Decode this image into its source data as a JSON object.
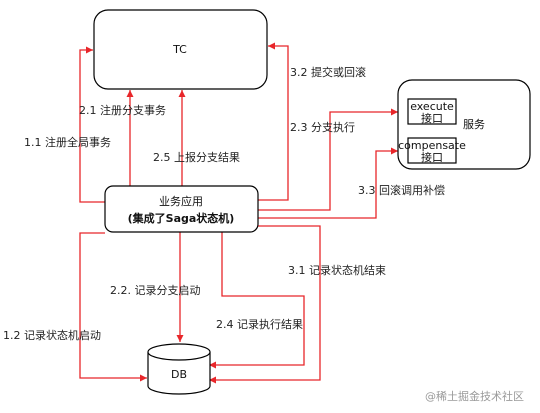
{
  "nodes": {
    "tc": "TC",
    "service": "服务",
    "execute_line1": "execute",
    "execute_line2": "接口",
    "compensate_line1": "compensate",
    "compensate_line2": "接口",
    "app_line1": "业务应用",
    "app_line2": "(集成了Saga状态机)",
    "db": "DB"
  },
  "edges": {
    "e11": "1.1 注册全局事务",
    "e21": "2.1 注册分支事务",
    "e25": "2.5 上报分支结果",
    "e32": "3.2 提交或回滚",
    "e23": "2.3 分支执行",
    "e33": "3.3 回滚调用补偿",
    "e31": "3.1 记录状态机结束",
    "e22": "2.2. 记录分支启动",
    "e24": "2.4 记录执行结果",
    "e12": "1.2 记录状态机启动"
  },
  "watermark": "@稀土掘金技术社区",
  "colors": {
    "edge": "#e8262a",
    "node_border": "#000000",
    "text": "#222222"
  }
}
